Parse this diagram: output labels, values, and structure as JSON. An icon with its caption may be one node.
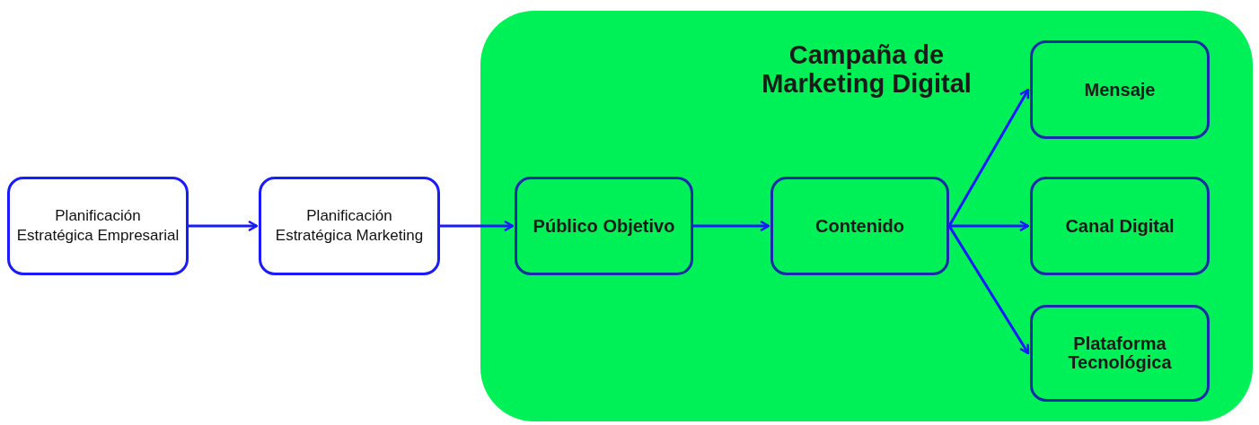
{
  "diagram": {
    "nodes": [
      {
        "text": [
          "Campaña de Marketing Digital"
        ]
      },
      {
        "text": [
          "Planificación Estratégica Empresarial"
        ]
      },
      {
        "text": [
          "Planificación Estratégica Marketing"
        ]
      },
      {
        "text": [
          "Público Objetivo"
        ],
        "in": 0
      },
      {
        "text": [
          "Contenido"
        ],
        "in": 0
      },
      {
        "text": [
          "Mensaje"
        ],
        "in": 0
      },
      {
        "text": [
          "Canal Digital"
        ],
        "in": 0
      },
      {
        "text": [
          "Plataforma Tecnológica"
        ],
        "in": 0
      }
    ],
    "edges": [
      {
        "from": 1,
        "to": 2,
        "arrow": "to"
      },
      {
        "from": 2,
        "to": 3,
        "arrow": "to"
      },
      {
        "from": 3,
        "to": 4,
        "arrow": "to"
      },
      {
        "from": 4,
        "to": 5,
        "arrow": "to"
      },
      {
        "from": 4,
        "to": 6,
        "arrow": "to"
      },
      {
        "from": 4,
        "to": 7,
        "arrow": "to"
      }
    ]
  }
}
